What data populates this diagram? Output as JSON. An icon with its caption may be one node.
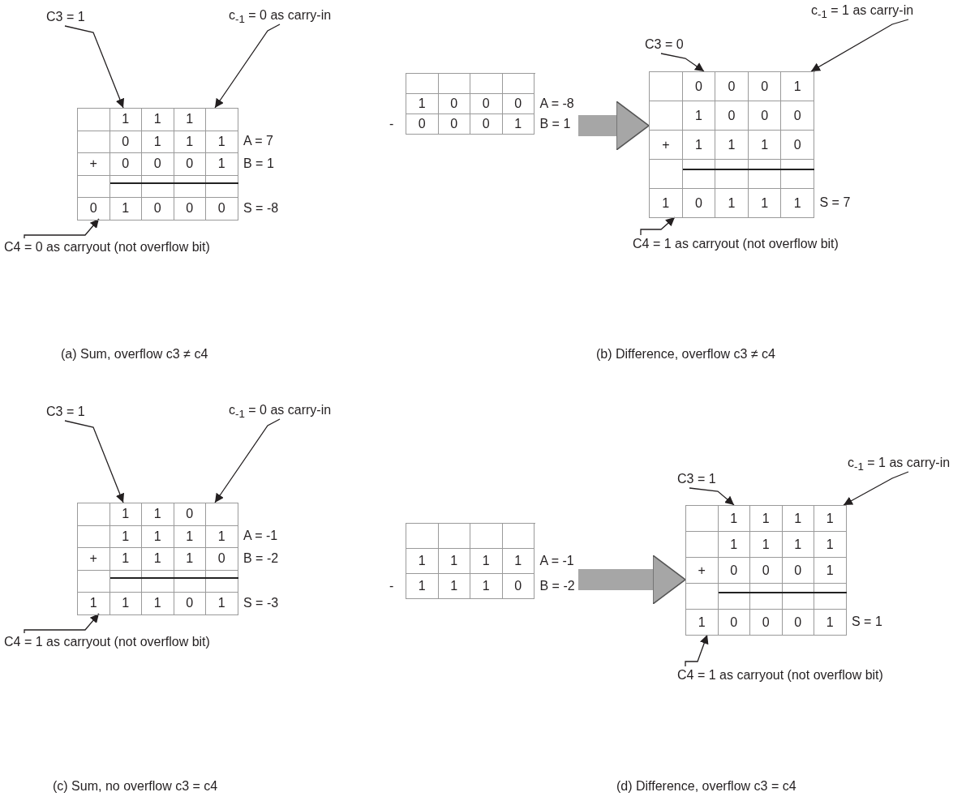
{
  "diagram": {
    "nodes": [
      {
        "text": [
          "C3 = 1"
        ]
      },
      {
        "text": [
          "c$_{-1}$ = 0 as carry-in"
        ]
      },
      {
        "text": [],
        "shape": "box",
        "beside": [
          "A = 7",
          "B = 1",
          "S = -8"
        ]
      },
      {
        "text": [
          "C4 = 0 as carryout (not overflow bit)"
        ]
      },
      {
        "text": [
          "C3 = 0"
        ]
      },
      {
        "text": [
          "c$_{-1}$ = 1 as carry-in"
        ]
      },
      {
        "text": [],
        "shape": "box",
        "beside": [
          "A = -8",
          "B = 1"
        ]
      },
      {
        "text": [],
        "shape": "box",
        "beside": [
          "S = 7"
        ]
      },
      {
        "text": [
          "C4 = 1 as carryout (not overflow bit)"
        ]
      },
      {
        "text": [
          "C3 = 1"
        ]
      },
      {
        "text": [
          "c$_{-1}$ = 0 as carry-in"
        ]
      },
      {
        "text": [],
        "shape": "box",
        "beside": [
          "A = -1",
          "B = -2",
          "S = -3"
        ]
      },
      {
        "text": [
          "C4 = 1 as carryout (not overflow bit)"
        ]
      },
      {
        "text": [
          "C3 = 1"
        ]
      },
      {
        "text": [
          "c$_{-1}$ = 1 as carry-in"
        ]
      },
      {
        "text": [],
        "shape": "box",
        "beside": [
          "A = -1",
          "B = -2"
        ]
      },
      {
        "text": [],
        "shape": "box",
        "beside": [
          "S = 1"
        ]
      },
      {
        "text": [
          "C4 = 1 as carryout (not overflow bit)"
        ]
      }
    ],
    "edges": [
      {
        "from": 0,
        "to": 2,
        "arrow": "to"
      },
      {
        "from": 1,
        "to": 2,
        "arrow": "to"
      },
      {
        "from": 3,
        "to": 2,
        "arrow": "to"
      },
      {
        "from": 4,
        "to": 7,
        "arrow": "to"
      },
      {
        "from": 5,
        "to": 7,
        "arrow": "to"
      },
      {
        "from": 8,
        "to": 7,
        "arrow": "to"
      },
      {
        "from": 6,
        "to": 7,
        "arrow": "to",
        "style": "thick",
        "color": "#a6a6a6"
      },
      {
        "from": 9,
        "to": 11,
        "arrow": "to"
      },
      {
        "from": 10,
        "to": 11,
        "arrow": "to"
      },
      {
        "from": 12,
        "to": 11,
        "arrow": "to"
      },
      {
        "from": 13,
        "to": 16,
        "arrow": "to"
      },
      {
        "from": 14,
        "to": 16,
        "arrow": "to"
      },
      {
        "from": 17,
        "to": 16,
        "arrow": "to"
      },
      {
        "from": 15,
        "to": 16,
        "arrow": "to",
        "style": "thick",
        "color": "#a6a6a6"
      }
    ],
    "labels": [
      "1",
      "1",
      "1",
      "0",
      "1",
      "1",
      "1",
      "+",
      "0",
      "0",
      "0",
      "1",
      "0",
      "1",
      "0",
      "0",
      "0",
      "1",
      "0",
      "0",
      "0",
      "-",
      "0",
      "0",
      "0",
      "1",
      "0",
      "0",
      "0",
      "1",
      "1",
      "0",
      "0",
      "0",
      "+",
      "1",
      "1",
      "1",
      "0",
      "1",
      "0",
      "1",
      "1",
      "1",
      "(a) Sum, overflow c3 ≠ c4",
      "(b) Difference, overflow c3 ≠ c4",
      "1",
      "1",
      "0",
      "1",
      "1",
      "1",
      "1",
      "+",
      "1",
      "1",
      "1",
      "0",
      "1",
      "1",
      "1",
      "0",
      "1",
      "1",
      "1",
      "1",
      "1",
      "-",
      "1",
      "1",
      "1",
      "0",
      "1",
      "1",
      "1",
      "1",
      "1",
      "1",
      "1",
      "1",
      "+",
      "0",
      "0",
      "0",
      "1",
      "1",
      "0",
      "0",
      "0",
      "1",
      "(c) Sum, no overflow c3 = c4",
      "(d) Difference, overflow c3 = c4"
    ]
  }
}
